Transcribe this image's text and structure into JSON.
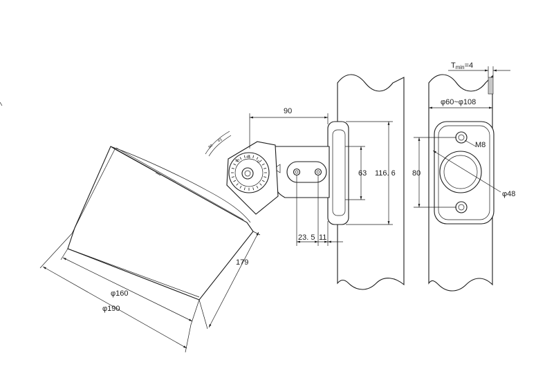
{
  "dimensions": {
    "bracket_width": "90",
    "hole_spacing": "63",
    "plate_height": "116. 6",
    "offset_a": "23. 5",
    "offset_b": "11",
    "housing_depth": "179",
    "diameter_inner": "φ160",
    "diameter_outer": "φ190",
    "mount_hole_spacing": "80",
    "pipe_range": "φ60~φ108",
    "thread": "M8",
    "center_hole": "φ48",
    "wall_thickness_prefix": "T",
    "wall_thickness_sub": "min",
    "wall_thickness_value": "=4"
  },
  "dial": {
    "labels": [
      "90",
      "45",
      "0"
    ]
  },
  "colors": {
    "line": "#1a1a1a",
    "background": "#ffffff"
  }
}
